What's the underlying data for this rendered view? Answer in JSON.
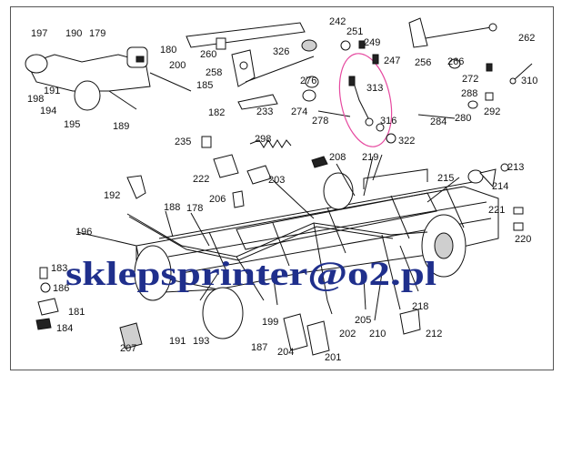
{
  "watermark": {
    "text": "sklepsprinter@o2.pl",
    "color": "#1f2f8c"
  },
  "highlight": {
    "color": "#e64aa0"
  },
  "labels": [
    "197",
    "190",
    "179",
    "180",
    "200",
    "198",
    "191",
    "194",
    "195",
    "189",
    "185",
    "182",
    "242",
    "251",
    "249",
    "247",
    "260",
    "258",
    "326",
    "276",
    "274",
    "278",
    "233",
    "313",
    "316",
    "322",
    "256",
    "266",
    "262",
    "272",
    "310",
    "288",
    "280",
    "292",
    "284",
    "235",
    "298",
    "222",
    "203",
    "208",
    "219",
    "215",
    "213",
    "214",
    "192",
    "188",
    "178",
    "206",
    "196",
    "221",
    "220",
    "183",
    "186",
    "181",
    "184",
    "207",
    "191",
    "193",
    "187",
    "199",
    "204",
    "202",
    "205",
    "210",
    "218",
    "212",
    "201"
  ]
}
